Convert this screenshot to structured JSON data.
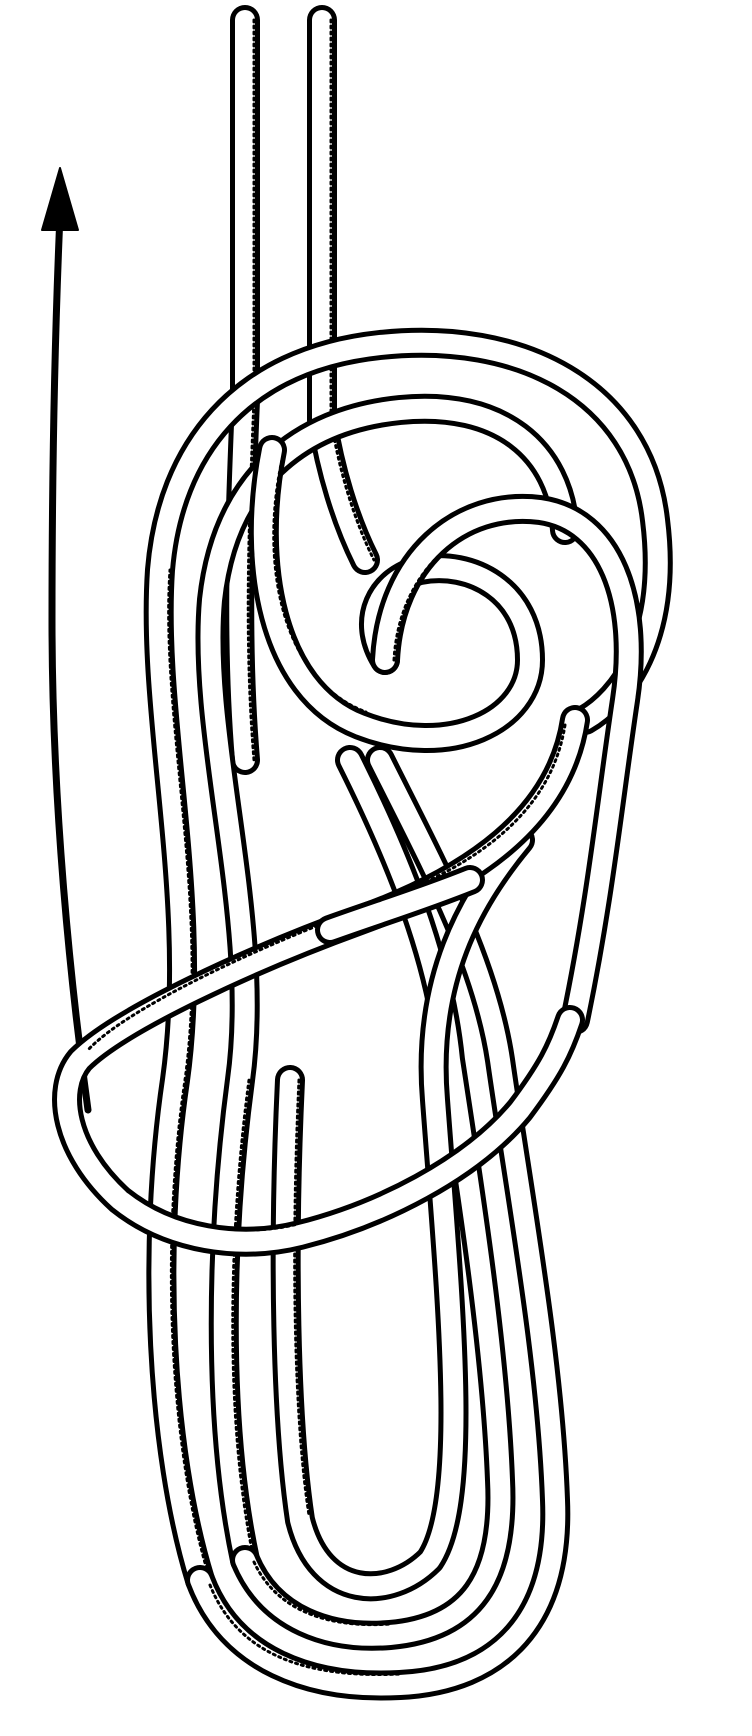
{
  "figure": {
    "subject": "rope-knot-illustration",
    "style": "black line drawing on white",
    "stroke_color": "#000000",
    "fill_color": "#ffffff",
    "rope_strands": 2,
    "arrow_direction": "up"
  }
}
